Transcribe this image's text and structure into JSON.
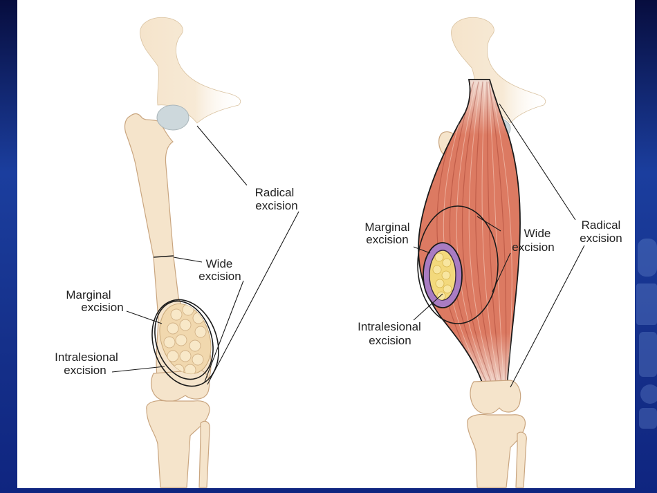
{
  "slide": {
    "colors": {
      "background": "#142f8f",
      "panel": "#ffffff",
      "bone": "#f5e4cb",
      "bone_edge": "#c9a57f",
      "cartilage": "#cdd8dc",
      "muscle": "#dc7a62",
      "tendon": "#f1ddd4",
      "lesion": "#f3d97c",
      "marginal_ring": "#a97cc2",
      "excision_line": "#1a1a1a"
    }
  },
  "left_figure": {
    "radical": {
      "line1": "Radical",
      "line2": "excision"
    },
    "wide": {
      "line1": "Wide",
      "line2": "excision"
    },
    "marginal": {
      "line1": "Marginal",
      "line2": "excision"
    },
    "intralesional": {
      "line1": "Intralesional",
      "line2": "excision"
    }
  },
  "right_figure": {
    "radical": {
      "line1": "Radical",
      "line2": "excision"
    },
    "wide": {
      "line1": "Wide",
      "line2": "excision"
    },
    "marginal": {
      "line1": "Marginal",
      "line2": "excision"
    },
    "intralesional": {
      "line1": "Intralesional",
      "line2": "excision"
    }
  }
}
